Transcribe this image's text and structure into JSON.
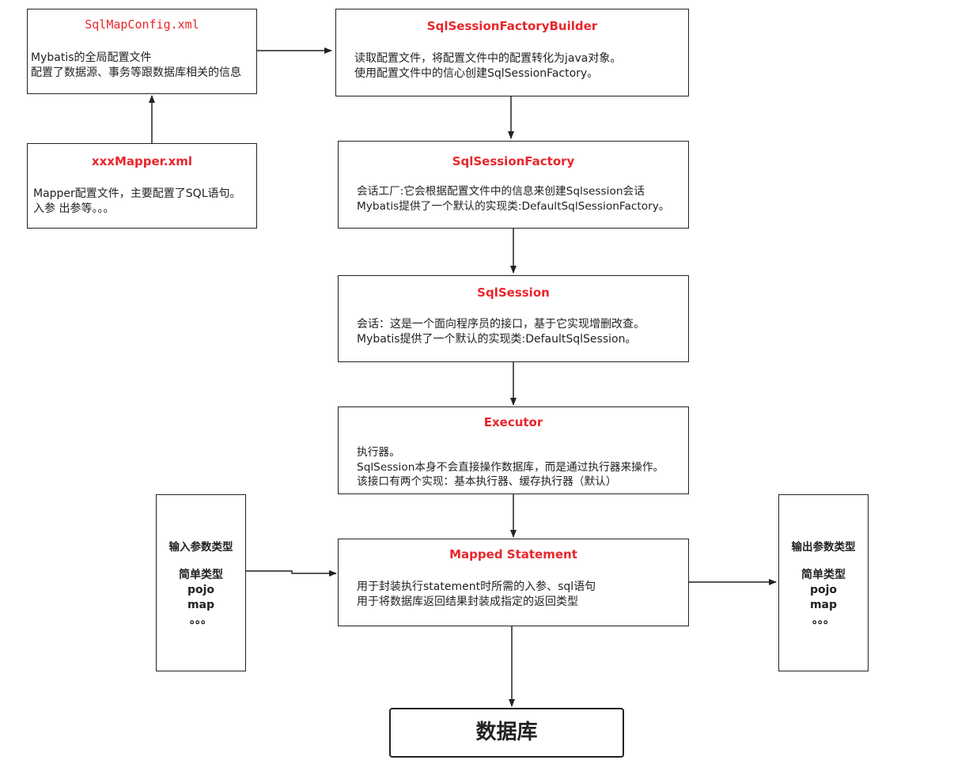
{
  "nodes": {
    "sqlmapconfig": {
      "title": "SqlMapConfig.xml",
      "lines": [
        "Mybatis的全局配置文件",
        "配置了数据源、事务等跟数据库相关的信息"
      ]
    },
    "mapper": {
      "title": "xxxMapper.xml",
      "lines": [
        "Mapper配置文件，主要配置了SQL语句。",
        "入参  出参等。。。"
      ]
    },
    "builder": {
      "title": "SqlSessionFactoryBuilder",
      "lines": [
        "读取配置文件，将配置文件中的配置转化为java对象。",
        "使用配置文件中的信心创建SqlSessionFactory。"
      ]
    },
    "factory": {
      "title": "SqlSessionFactory",
      "lines": [
        "会话工厂:它会根据配置文件中的信息来创建Sqlsession会话",
        "Mybatis提供了一个默认的实现类:DefaultSqlSessionFactory。"
      ]
    },
    "session": {
      "title": "SqlSession",
      "lines": [
        "会话：这是一个面向程序员的接口，基于它实现增删改查。",
        "Mybatis提供了一个默认的实现类:DefaultSqlSession。"
      ]
    },
    "executor": {
      "title": "Executor",
      "lines": [
        "执行器。",
        "SqlSession本身不会直接操作数据库，而是通过执行器来操作。",
        "该接口有两个实现：基本执行器、缓存执行器（默认）"
      ]
    },
    "mapped": {
      "title": "Mapped Statement",
      "lines": [
        "用于封装执行statement时所需的入参、sql语句",
        "用于将数据库返回结果封装成指定的返回类型"
      ]
    },
    "input": {
      "title": "输入参数类型",
      "items": [
        "简单类型",
        "pojo",
        "map",
        "。。。"
      ]
    },
    "output": {
      "title": "输出参数类型",
      "items": [
        "简单类型",
        "pojo",
        "map",
        "。。。"
      ]
    },
    "database": {
      "title": "数据库"
    }
  },
  "colors": {
    "title_red": "#e8262c",
    "stroke": "#222222"
  }
}
